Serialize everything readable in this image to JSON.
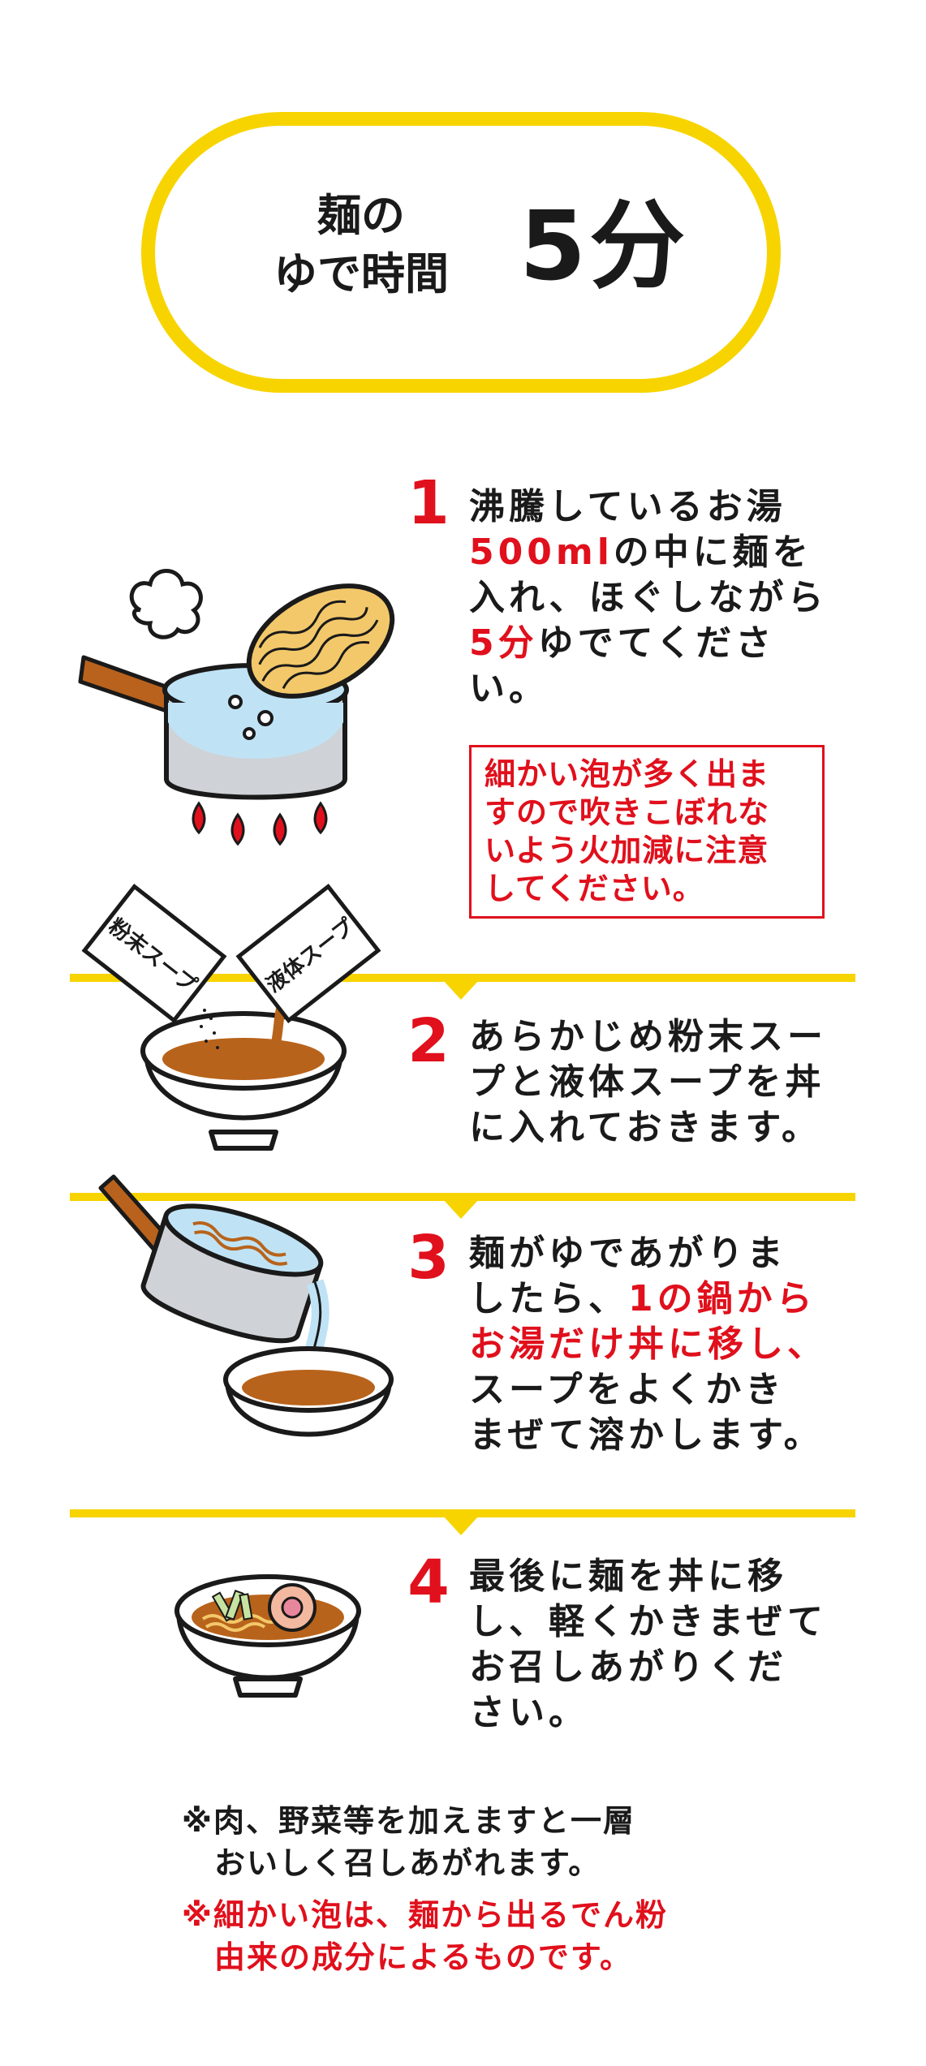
{
  "header": {
    "label_line1": "麺の",
    "label_line2": "ゆで時間",
    "time": "5分"
  },
  "steps": [
    {
      "number": "1",
      "lines": [
        [
          {
            "t": "沸騰しているお湯",
            "red": false
          }
        ],
        [
          {
            "t": "500ml",
            "red": true
          },
          {
            "t": "の中に麺を",
            "red": false
          }
        ],
        [
          {
            "t": "入れ、ほぐしながら",
            "red": false
          }
        ],
        [
          {
            "t": "5分",
            "red": true
          },
          {
            "t": "ゆでてくださ",
            "red": false
          }
        ],
        [
          {
            "t": "い。",
            "red": false
          }
        ]
      ]
    },
    {
      "number": "2",
      "lines": [
        [
          {
            "t": "あらかじめ粉末スー",
            "red": false
          }
        ],
        [
          {
            "t": "プと液体スープを丼",
            "red": false
          }
        ],
        [
          {
            "t": "に入れておきます。",
            "red": false
          }
        ]
      ]
    },
    {
      "number": "3",
      "lines": [
        [
          {
            "t": "麺がゆであがりま",
            "red": false
          }
        ],
        [
          {
            "t": "したら、",
            "red": false
          },
          {
            "t": "1の鍋から",
            "red": true
          }
        ],
        [
          {
            "t": "お湯だけ丼に移し、",
            "red": true
          }
        ],
        [
          {
            "t": "スープをよくかき",
            "red": false
          }
        ],
        [
          {
            "t": "まぜて溶かします。",
            "red": false
          }
        ]
      ]
    },
    {
      "number": "4",
      "lines": [
        [
          {
            "t": "最後に麺を丼に移",
            "red": false
          }
        ],
        [
          {
            "t": "し、軽くかきまぜて",
            "red": false
          }
        ],
        [
          {
            "t": "お召しあがりくだ",
            "red": false
          }
        ],
        [
          {
            "t": "さい。",
            "red": false
          }
        ]
      ]
    }
  ],
  "caution": {
    "lines": [
      "細かい泡が多く出ま",
      "すので吹きこぼれな",
      "いよう火加減に注意",
      "してください。"
    ]
  },
  "packets": {
    "powder": "粉末スープ",
    "liquid": "液体スープ"
  },
  "footer": {
    "note1": [
      "※肉、野菜等を加えますと一層",
      "おいしく召しあがれます。"
    ],
    "note2": [
      "※細かい泡は、麺から出るでん粉",
      "由来の成分によるものです。"
    ]
  },
  "colors": {
    "accent_yellow": "#f7d400",
    "red": "#e0101c",
    "text": "#1a1a1a",
    "water": "#bfe3f5",
    "soup": "#b8631b",
    "noodle": "#f3c86a"
  }
}
